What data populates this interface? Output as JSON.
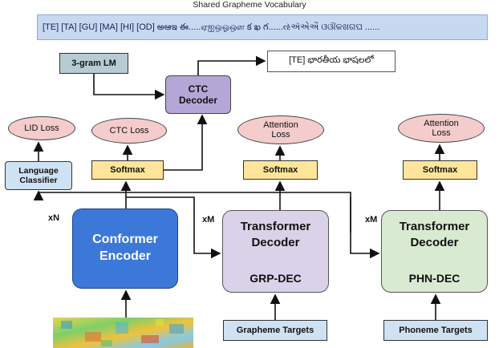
{
  "diagram": {
    "vocab_title": "Shared Grapheme Vocabulary",
    "vocab_text": "[TE] [TA] [GU] [MA] [HI] [OD] అఆఇ ఈ.....ஏஐஒஓஔ క ఖ గ......ઌઍએઐ ଓଔକଖଗଘ ......",
    "language_model": "3-gram LM",
    "ctc_decoder_line1": "CTC",
    "ctc_decoder_line2": "Decoder",
    "output_example": "[TE] భారతీయ భాషలలో",
    "lid_loss": "LID Loss",
    "ctc_loss": "CTC Loss",
    "attention_loss_line1": "Attention",
    "attention_loss_line2": "Loss",
    "softmax": "Softmax",
    "language_classifier_line1": "Language",
    "language_classifier_line2": "Classifier",
    "encoder_line1": "Conformer",
    "encoder_line2": "Encoder",
    "decoder_line1": "Transformer",
    "decoder_line2": "Decoder",
    "grp_dec": "GRP-DEC",
    "phn_dec": "PHN-DEC",
    "grapheme_targets": "Grapheme Targets",
    "phoneme_targets": "Phoneme Targets",
    "xN": "xN",
    "xM": "xM",
    "colors": {
      "encoder": "#3c78d8",
      "ctc_decoder": "#b4a7d6",
      "loss": "#f4cccc",
      "softmax": "#ffe59a",
      "grp_dec": "#d9d2e9",
      "phn_dec": "#d9ead3"
    }
  }
}
